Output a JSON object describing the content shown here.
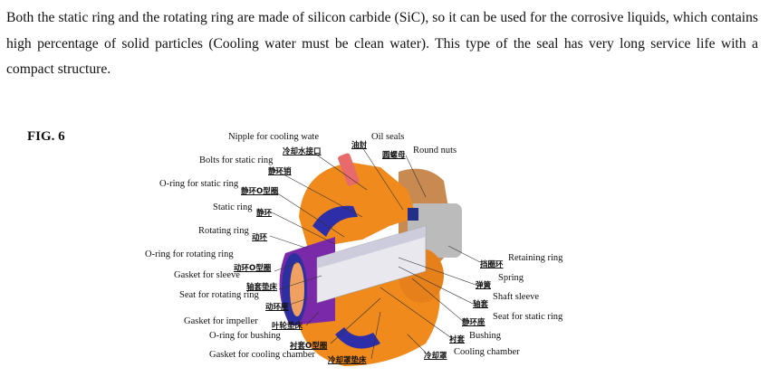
{
  "paragraph": "Both the static ring and the rotating ring are made of silicon carbide (SiC), so it can be used for the corrosive liquids, which contains high percentage of solid particles (Cooling water must be clean water). This type of the seal has very long service life with a compact structure.",
  "figure": {
    "title": "FIG. 6",
    "labels": [
      {
        "en": "Nipple for cooling wate",
        "zh": "冷却水接口"
      },
      {
        "en": "Oil seals",
        "zh": "油封"
      },
      {
        "en": "Round nuts",
        "zh": "圆螺母"
      },
      {
        "en": "Bolts for static ring",
        "zh": "静环销"
      },
      {
        "en": "O-ring for static ring",
        "zh": "静环O型圈"
      },
      {
        "en": "Static ring",
        "zh": "静环"
      },
      {
        "en": "Rotating ring",
        "zh": "动环"
      },
      {
        "en": "O-ring for rotating ring",
        "zh": "动环O型圈"
      },
      {
        "en": "Gasket for sleeve",
        "zh": "轴套垫床"
      },
      {
        "en": "Seat for rotating ring",
        "zh": "动环座"
      },
      {
        "en": "Gasket for impeller",
        "zh": "叶轮垫床"
      },
      {
        "en": "O-ring for bushing",
        "zh": "衬套O型圈"
      },
      {
        "en": "Gasket for cooling chamber",
        "zh": "冷却罩垫床"
      },
      {
        "en": "Retaining ring",
        "zh": "挡圈环"
      },
      {
        "en": "Spring",
        "zh": "弹簧"
      },
      {
        "en": "Shaft sleeve",
        "zh": "轴套"
      },
      {
        "en": "Seat for static ring",
        "zh": "静环座"
      },
      {
        "en": "Bushing",
        "zh": "衬套"
      },
      {
        "en": "Cooling chamber",
        "zh": "冷却罩"
      }
    ]
  }
}
